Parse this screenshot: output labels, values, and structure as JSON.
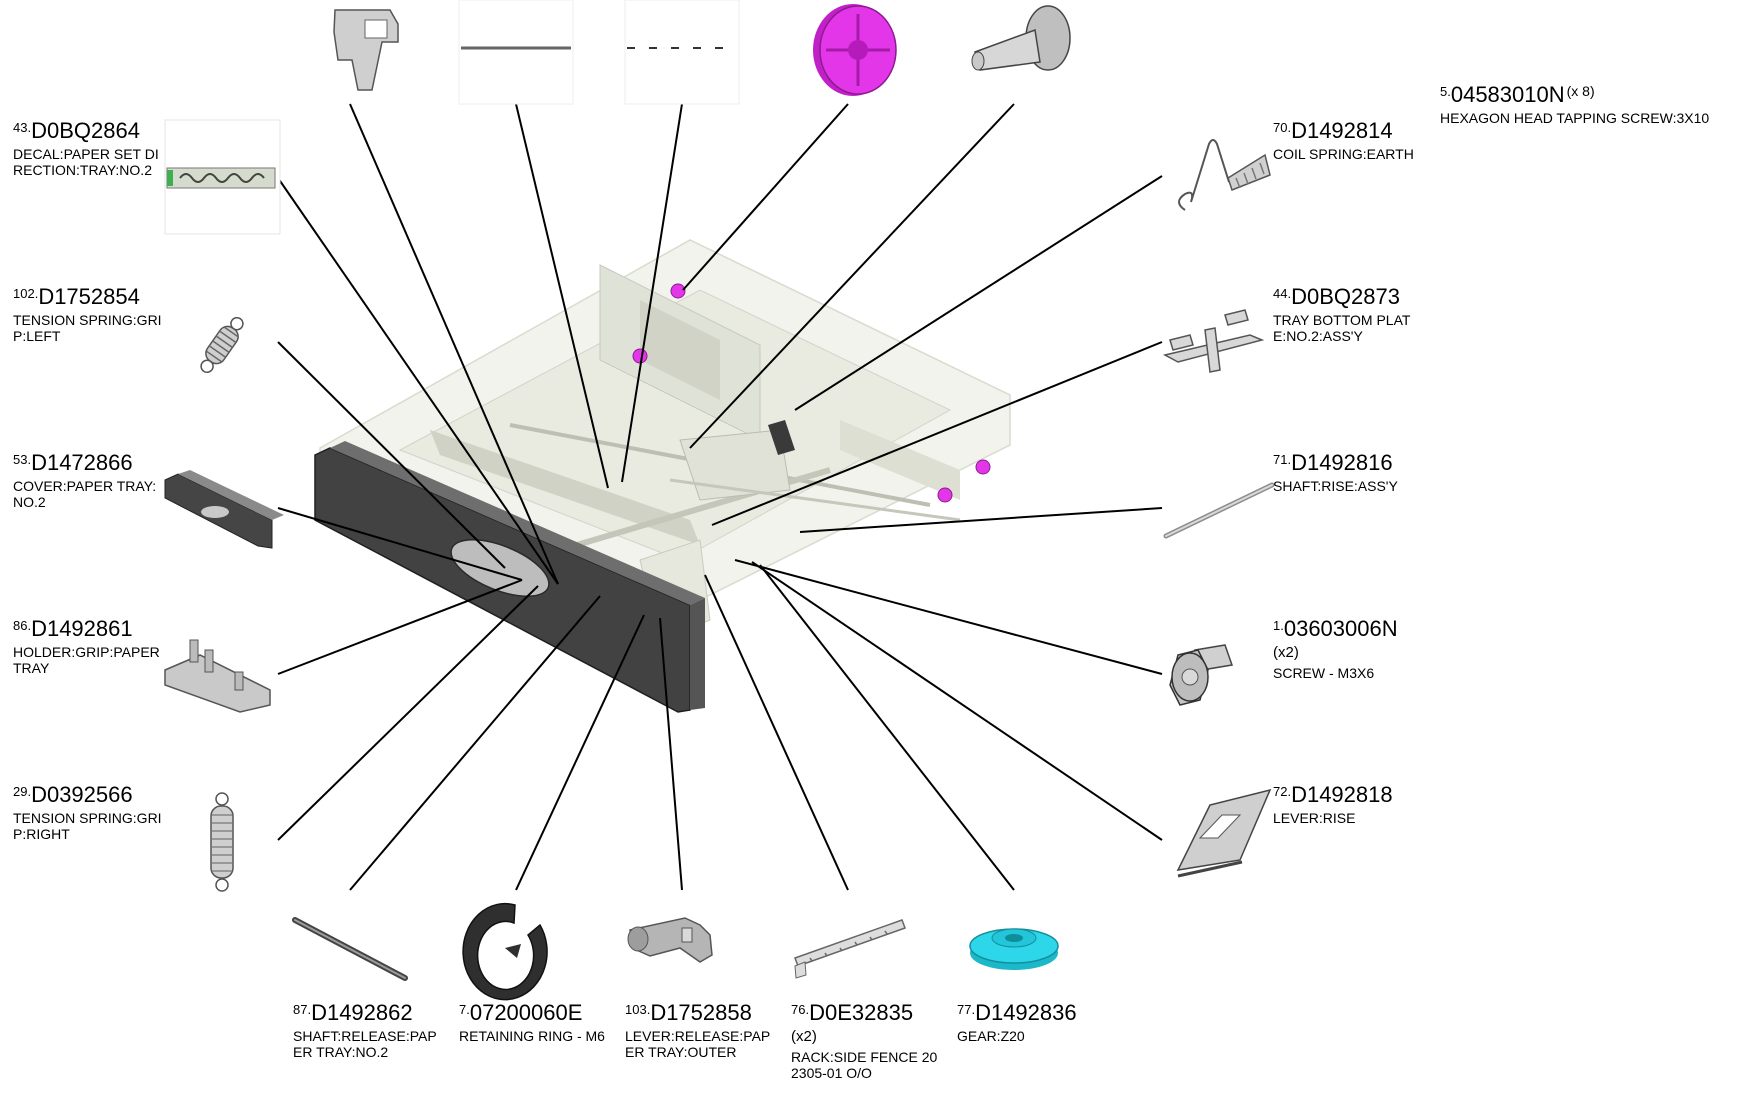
{
  "diagram": {
    "parts": [
      {
        "id": "p43",
        "ref": "43.",
        "number": "D0BQ2864",
        "qty": "",
        "desc": "DECAL:PAPER SET DIRECTION:TRAY:NO.2",
        "icon": "decal-icon"
      },
      {
        "id": "p102",
        "ref": "102.",
        "number": "D1752854",
        "qty": "",
        "desc": "TENSION SPRING:GRIP:LEFT",
        "icon": "spring-icon"
      },
      {
        "id": "p53",
        "ref": "53.",
        "number": "D1472866",
        "qty": "",
        "desc": "COVER:PAPER TRAY:NO.2",
        "icon": "cover-icon"
      },
      {
        "id": "p86",
        "ref": "86.",
        "number": "D1492861",
        "qty": "",
        "desc": "HOLDER:GRIP:PAPER TRAY",
        "icon": "holder-icon"
      },
      {
        "id": "p29",
        "ref": "29.",
        "number": "D0392566",
        "qty": "",
        "desc": "TENSION SPRING:GRIP:RIGHT",
        "icon": "spring-icon"
      },
      {
        "id": "p87",
        "ref": "87.",
        "number": "D1492862",
        "qty": "",
        "desc": "SHAFT:RELEASE:PAPER TRAY:NO.2",
        "icon": "shaft-icon"
      },
      {
        "id": "p7",
        "ref": "7.",
        "number": "07200060E",
        "qty": "",
        "desc": "RETAINING RING - M6",
        "icon": "ring-icon"
      },
      {
        "id": "p103",
        "ref": "103.",
        "number": "D1752858",
        "qty": "",
        "desc": "LEVER:RELEASE:PAPER TRAY:OUTER",
        "icon": "lever-icon"
      },
      {
        "id": "p76",
        "ref": "76.",
        "number": "D0E32835",
        "qty": "(x2)",
        "desc": "RACK:SIDE FENCE 202305-01 O/O",
        "icon": "rack-icon"
      },
      {
        "id": "p77",
        "ref": "77.",
        "number": "D1492836",
        "qty": "",
        "desc": "GEAR:Z20",
        "icon": "gear-icon"
      },
      {
        "id": "p70",
        "ref": "70.",
        "number": "D1492814",
        "qty": "",
        "desc": "COIL SPRING:EARTH",
        "icon": "coil-spring-icon"
      },
      {
        "id": "p44",
        "ref": "44.",
        "number": "D0BQ2873",
        "qty": "",
        "desc": "TRAY BOTTOM PLATE:NO.2:ASS'Y",
        "icon": "plate-icon"
      },
      {
        "id": "p71",
        "ref": "71.",
        "number": "D1492816",
        "qty": "",
        "desc": "SHAFT:RISE:ASS'Y",
        "icon": "shaft-icon"
      },
      {
        "id": "p1",
        "ref": "1.",
        "number": "03603006N",
        "qty": "(x2)",
        "desc": "SCREW - M3X6",
        "icon": "screw-icon"
      },
      {
        "id": "p72",
        "ref": "72.",
        "number": "D1492818",
        "qty": "",
        "desc": "LEVER:RISE",
        "icon": "lever-icon"
      },
      {
        "id": "p5",
        "ref": "5.",
        "number": "04583010N",
        "qty": "(x 8)",
        "desc": "HEXAGON HEAD TAPPING SCREW:3X10",
        "icon": "screw-icon"
      }
    ],
    "colors": {
      "line": "#000000",
      "magenta": "#e436e9",
      "cyan": "#2dd6e8",
      "metal": "#b8b8b8",
      "dark": "#3c3c3c",
      "ghost": "#e7e9df"
    }
  }
}
